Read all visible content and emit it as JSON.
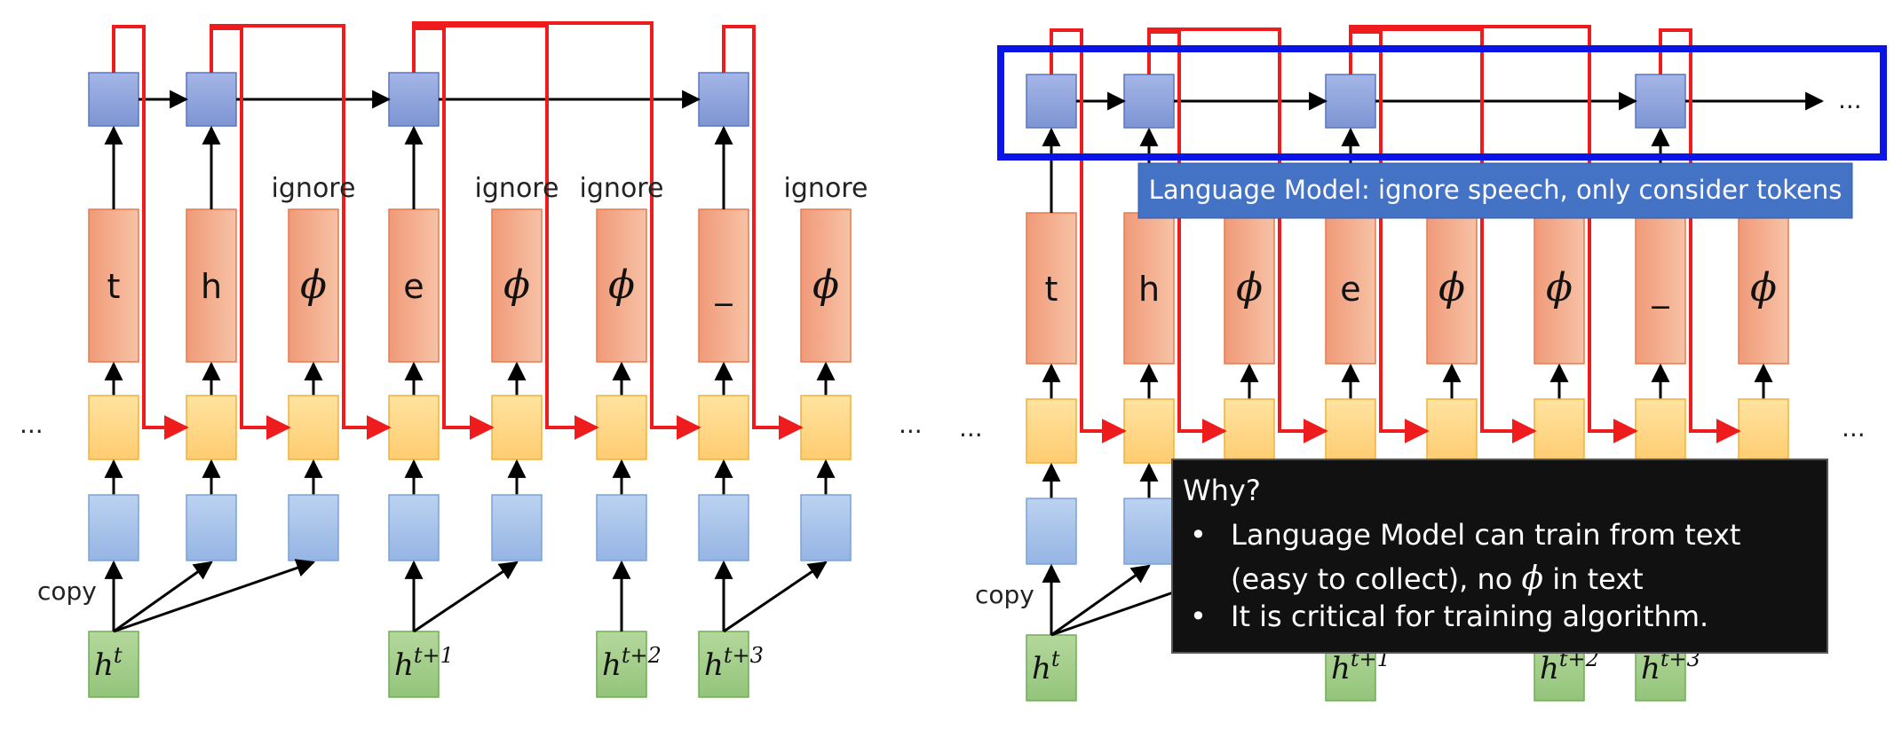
{
  "left_panel": {
    "tokens": [
      "t",
      "h",
      "ϕ",
      "e",
      "ϕ",
      "ϕ",
      "_",
      "ϕ"
    ],
    "ignore_label": "ignore",
    "copy_label": "copy",
    "ellipsis": "...",
    "hidden_labels": [
      {
        "base": "h",
        "sup": "t"
      },
      {
        "base": "h",
        "sup": "t+1"
      },
      {
        "base": "h",
        "sup": "t+2"
      },
      {
        "base": "h",
        "sup": "t+3"
      }
    ]
  },
  "right_panel": {
    "tokens": [
      "t",
      "h",
      "ϕ",
      "e",
      "ϕ",
      "ϕ",
      "_",
      "ϕ"
    ],
    "copy_label": "copy",
    "ellipsis": "...",
    "lm_ellipsis": "...",
    "lm_banner": "Language Model: ignore speech, only consider tokens",
    "hidden_labels": [
      {
        "base": "h",
        "sup": "t"
      },
      {
        "base": "h",
        "sup": "t+1"
      },
      {
        "base": "h",
        "sup": "t+2"
      },
      {
        "base": "h",
        "sup": "t+3"
      }
    ],
    "why_box": {
      "title": "Why?",
      "bullets": [
        {
          "line1": "Language Model can train from text",
          "line2_pre": "(easy to collect), no ",
          "line2_sym": "ϕ",
          "line2_post": " in text"
        },
        {
          "line1": "It is critical for training algorithm."
        }
      ]
    }
  },
  "colors": {
    "lm_block": "#8fa4dc",
    "token_block": "#f2a482",
    "state_block": "#ffd88a",
    "encoder_block": "#a9c4ea",
    "hidden_block": "#a6cf8c",
    "feedback_line": "#ee1c1c",
    "highlight_frame": "#0a14e6",
    "banner_bg": "#4472c4",
    "why_bg": "#111111"
  }
}
